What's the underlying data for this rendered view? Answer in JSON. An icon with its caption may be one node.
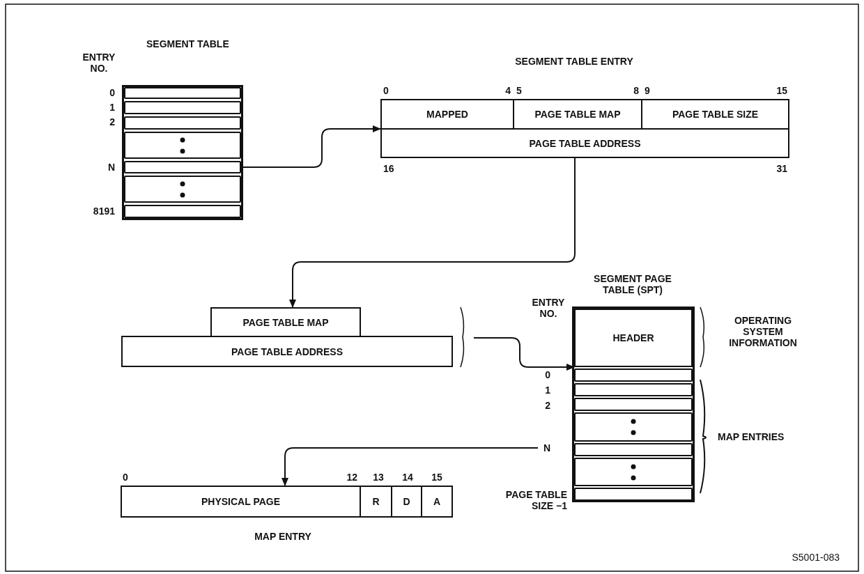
{
  "diagram": {
    "nodes": [
      {
        "text": [
          "SEGMENT TABLE"
        ]
      },
      {
        "text": [],
        "shape": "box",
        "in": 0,
        "beside": [
          "0"
        ]
      },
      {
        "text": [],
        "shape": "box",
        "in": 0,
        "beside": [
          "1"
        ]
      },
      {
        "text": [],
        "shape": "box",
        "in": 0,
        "beside": [
          "2"
        ]
      },
      {
        "text": [],
        "shape": "box",
        "in": 0
      },
      {
        "text": [],
        "shape": "box",
        "in": 0,
        "beside": [
          "N"
        ]
      },
      {
        "text": [],
        "shape": "box",
        "in": 0
      },
      {
        "text": [],
        "shape": "box",
        "in": 0,
        "beside": [
          "8191"
        ]
      },
      {
        "text": [
          "SEGMENT TABLE ENTRY"
        ]
      },
      {
        "text": [
          "MAPPED"
        ],
        "in": 8,
        "beside": [
          "0",
          "4"
        ]
      },
      {
        "text": [
          "PAGE TABLE MAP"
        ],
        "in": 8,
        "beside": [
          "5",
          "8"
        ]
      },
      {
        "text": [
          "PAGE TABLE SIZE"
        ],
        "in": 8,
        "beside": [
          "9",
          "15"
        ]
      },
      {
        "text": [
          "PAGE TABLE ADDRESS"
        ],
        "in": 8,
        "beside": [
          "16",
          "31"
        ]
      },
      {
        "text": [
          "PAGE TABLE MAP"
        ]
      },
      {
        "text": [
          "PAGE TABLE ADDRESS"
        ]
      },
      {
        "text": [
          "SEGMENT PAGE TABLE (SPT)"
        ]
      },
      {
        "text": [
          "HEADER"
        ],
        "in": 15
      },
      {
        "text": [],
        "shape": "box",
        "in": 15,
        "beside": [
          "0"
        ]
      },
      {
        "text": [],
        "shape": "box",
        "in": 15,
        "beside": [
          "1"
        ]
      },
      {
        "text": [],
        "shape": "box",
        "in": 15,
        "beside": [
          "2"
        ]
      },
      {
        "text": [],
        "shape": "box",
        "in": 15
      },
      {
        "text": [],
        "shape": "box",
        "in": 15,
        "beside": [
          "N"
        ]
      },
      {
        "text": [],
        "shape": "box",
        "in": 15
      },
      {
        "text": [],
        "shape": "box",
        "in": 15,
        "beside": [
          "PAGE TABLE SIZE −1"
        ]
      },
      {
        "text": [
          "MAP ENTRY"
        ]
      },
      {
        "text": [
          "PHYSICAL PAGE"
        ],
        "in": 24,
        "beside": [
          "0",
          "12"
        ]
      },
      {
        "text": [
          "R"
        ],
        "in": 24,
        "beside": [
          "13"
        ]
      },
      {
        "text": [
          "D"
        ],
        "in": 24,
        "beside": [
          "14"
        ]
      },
      {
        "text": [
          "A"
        ],
        "in": 24,
        "beside": [
          "15"
        ]
      }
    ],
    "edges": [
      {
        "from": 5,
        "to": 8,
        "arrow": "to"
      },
      {
        "from": 12,
        "to": 13,
        "arrow": "to"
      },
      {
        "from": 14,
        "to": 17,
        "arrow": "to"
      },
      {
        "from": 21,
        "to": 25,
        "arrow": "to"
      }
    ],
    "labels": [
      "ENTRY NO.",
      "ENTRY NO.",
      "OPERATING SYSTEM INFORMATION",
      "MAP ENTRIES",
      "S5001-083"
    ]
  }
}
